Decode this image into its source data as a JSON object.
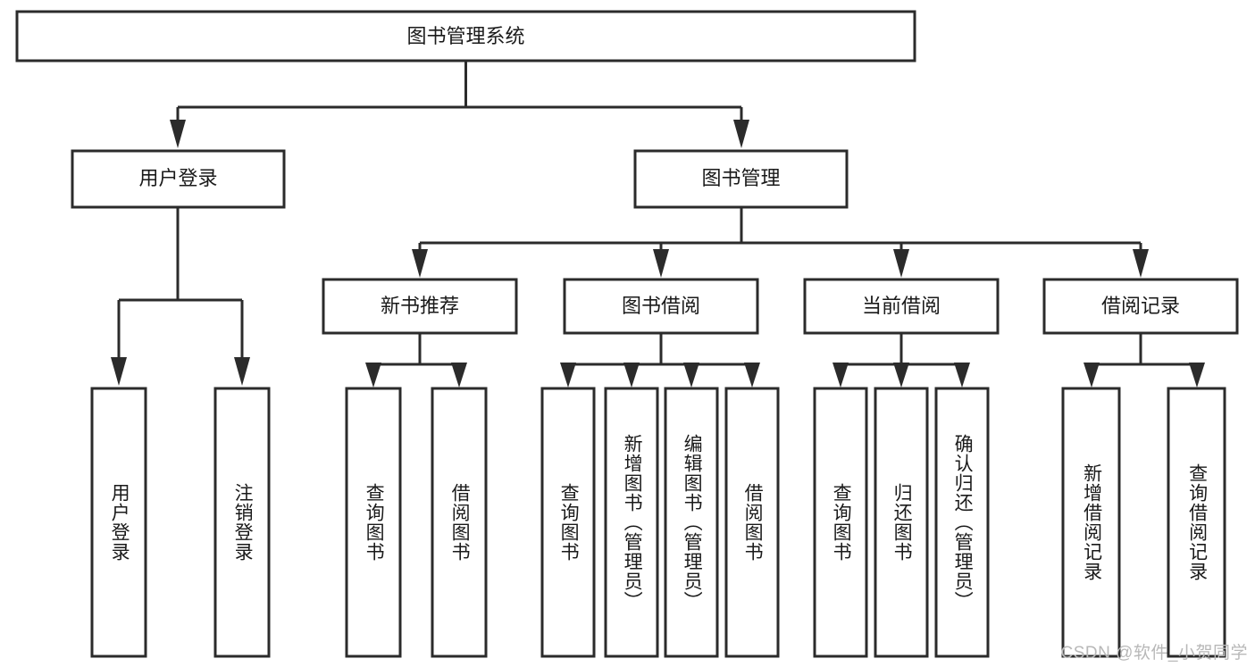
{
  "diagram": {
    "type": "hierarchy-tree",
    "title": "图书管理系统",
    "watermark": "CSDN @软件_小贺同学",
    "colors": {
      "stroke": "#2b2b2b",
      "fill": "#ffffff",
      "text": "#1a1a1a",
      "watermark": "#b8b8b8"
    },
    "nodes": {
      "root": {
        "label": "图书管理系统",
        "orientation": "horizontal"
      },
      "level2": [
        {
          "id": "user-login",
          "label": "用户登录",
          "orientation": "horizontal"
        },
        {
          "id": "book-manage",
          "label": "图书管理",
          "orientation": "horizontal"
        }
      ],
      "level3": [
        {
          "id": "new-book-recommend",
          "label": "新书推荐",
          "orientation": "horizontal"
        },
        {
          "id": "book-borrow",
          "label": "图书借阅",
          "orientation": "horizontal"
        },
        {
          "id": "current-borrow",
          "label": "当前借阅",
          "orientation": "horizontal"
        },
        {
          "id": "borrow-record",
          "label": "借阅记录",
          "orientation": "horizontal"
        }
      ],
      "leaves": [
        {
          "id": "leaf-user-login",
          "label": "用户登录",
          "orientation": "vertical",
          "parent": "user-login"
        },
        {
          "id": "leaf-logout",
          "label": "注销登录",
          "orientation": "vertical",
          "parent": "user-login"
        },
        {
          "id": "leaf-query-book-1",
          "label": "查询图书",
          "orientation": "vertical",
          "parent": "new-book-recommend"
        },
        {
          "id": "leaf-borrow-book-1",
          "label": "借阅图书",
          "orientation": "vertical",
          "parent": "new-book-recommend"
        },
        {
          "id": "leaf-query-book-2",
          "label": "查询图书",
          "orientation": "vertical",
          "parent": "book-borrow"
        },
        {
          "id": "leaf-add-book",
          "label": "新增图书（管理员）",
          "orientation": "vertical",
          "parent": "book-borrow"
        },
        {
          "id": "leaf-edit-book",
          "label": "编辑图书（管理员）",
          "orientation": "vertical",
          "parent": "book-borrow"
        },
        {
          "id": "leaf-borrow-book-2",
          "label": "借阅图书",
          "orientation": "vertical",
          "parent": "book-borrow"
        },
        {
          "id": "leaf-query-book-3",
          "label": "查询图书",
          "orientation": "vertical",
          "parent": "current-borrow"
        },
        {
          "id": "leaf-return-book",
          "label": "归还图书",
          "orientation": "vertical",
          "parent": "current-borrow"
        },
        {
          "id": "leaf-confirm-return",
          "label": "确认归还（管理员）",
          "orientation": "vertical",
          "parent": "current-borrow"
        },
        {
          "id": "leaf-add-record",
          "label": "新增借阅记录",
          "orientation": "vertical",
          "parent": "borrow-record"
        },
        {
          "id": "leaf-query-record",
          "label": "查询借阅记录",
          "orientation": "vertical",
          "parent": "borrow-record"
        }
      ]
    }
  }
}
